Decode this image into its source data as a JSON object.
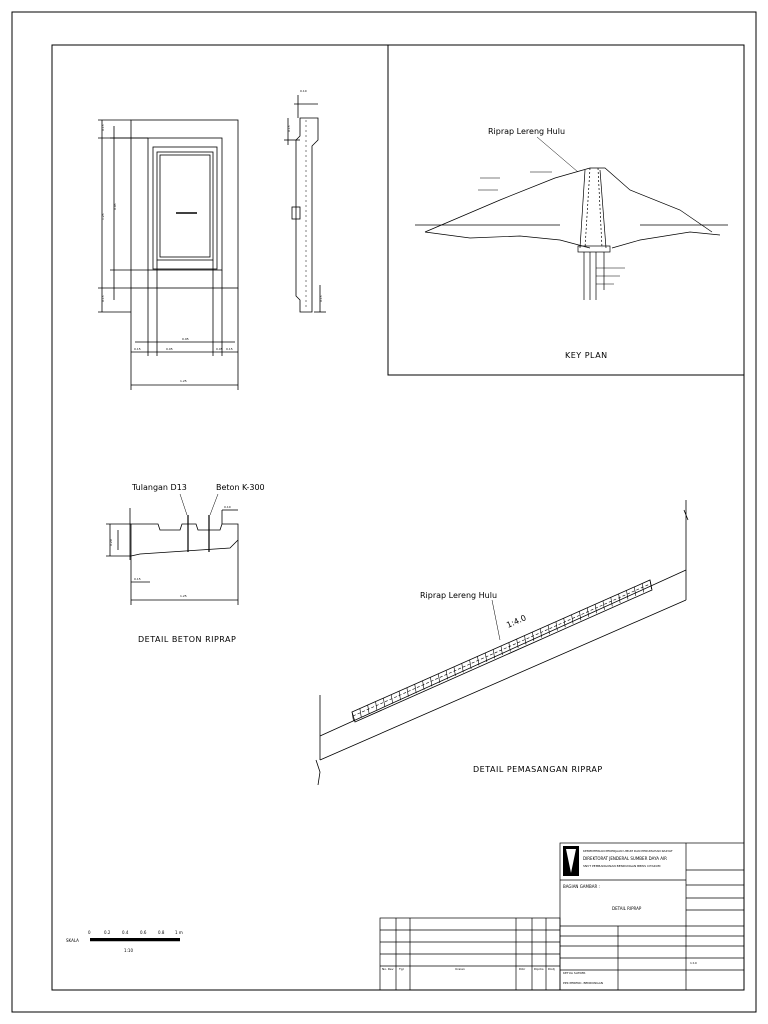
{
  "views": {
    "beton_section": {
      "label_tulangan": "Tulangan D13",
      "label_beton": "Beton K-300",
      "title": "DETAIL BETON RIPRAP"
    },
    "pemasangan": {
      "label": "Riprap Lereng Hulu",
      "slope": "1:4.0",
      "title": "DETAIL PEMASANGAN RIPRAP"
    },
    "key_plan": {
      "label": "Riprap Lereng Hulu",
      "title": "KEY PLAN"
    }
  },
  "scale_bar": {
    "label": "SKALA",
    "ticks": [
      "0",
      "0.2",
      "0.4",
      "0.6",
      "0.8",
      "1 m"
    ],
    "ratio": "1:10"
  },
  "title_block": {
    "agency_line1": "KEMENTERIAN PEKERJAAN UMUM DAN PERUMAHAN RAKYAT",
    "agency_line2": "DIREKTORAT JENDERAL SUMBER DAYA AIR",
    "agency_line3": "SNVT PEMBANGUNAN BENDUNGAN BBWS CITARUM",
    "bagian_gambar": "BAGIAN GAMBAR :",
    "drawing_title": "DETAIL RIPRAP",
    "scale_code": "1:10",
    "revision_headers": [
      "No. Rev",
      "Tgl",
      "Uraian",
      "Dibr",
      "Diprks",
      "Distj"
    ],
    "sign_rows": [
      "KETUA SATKER",
      "PPK PERENC. BENDUNGAN"
    ]
  }
}
